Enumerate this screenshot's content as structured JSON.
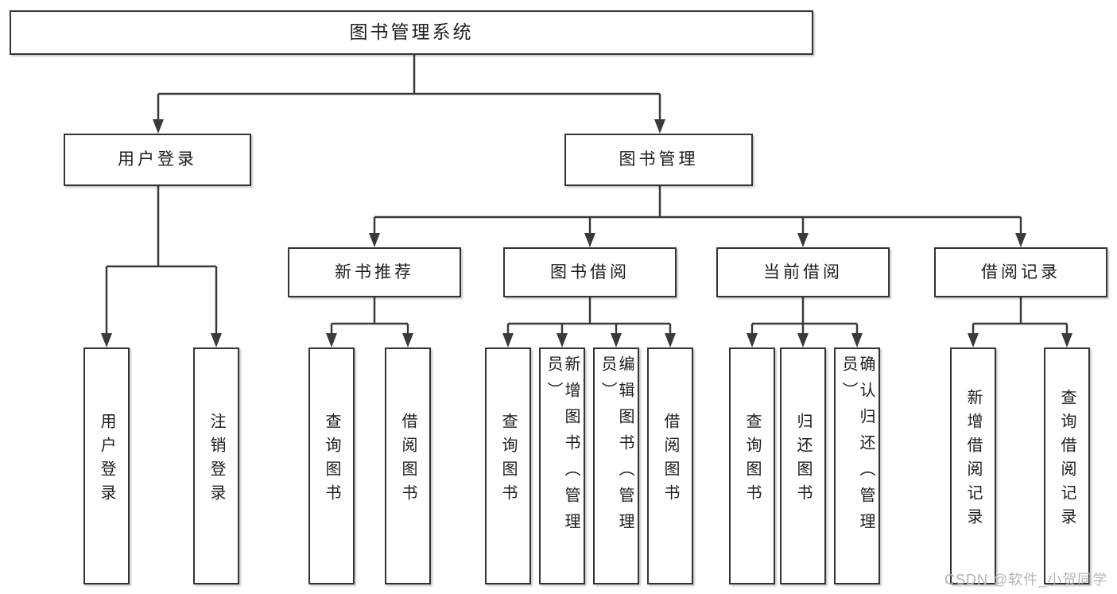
{
  "diagram": {
    "root": {
      "label": "图书管理系统"
    },
    "level2": [
      {
        "label": "用户登录"
      },
      {
        "label": "图书管理"
      }
    ],
    "level3": [
      {
        "label": "新书推荐"
      },
      {
        "label": "图书借阅"
      },
      {
        "label": "当前借阅"
      },
      {
        "label": "借阅记录"
      }
    ],
    "leaves": [
      {
        "label": "用户登录",
        "parent": "用户登录"
      },
      {
        "label": "注销登录",
        "parent": "用户登录"
      },
      {
        "label": "查询图书",
        "parent": "新书推荐"
      },
      {
        "label": "借阅图书",
        "parent": "新书推荐"
      },
      {
        "label": "查询图书",
        "parent": "图书借阅"
      },
      {
        "label": "新增图书（管理员）",
        "parent": "图书借阅"
      },
      {
        "label": "编辑图书（管理员）",
        "parent": "图书借阅"
      },
      {
        "label": "借阅图书",
        "parent": "图书借阅"
      },
      {
        "label": "查询图书",
        "parent": "当前借阅"
      },
      {
        "label": "归还图书",
        "parent": "当前借阅"
      },
      {
        "label": "确认归还（管理员）",
        "parent": "当前借阅"
      },
      {
        "label": "新增借阅记录",
        "parent": "借阅记录"
      },
      {
        "label": "查询借阅记录",
        "parent": "借阅记录"
      }
    ],
    "watermark": "CSDN @软件_小贺同学",
    "colors": {
      "line": "#3a3a3a",
      "box_border": "#333333",
      "box_fill": "#ffffff",
      "text": "#1d1d1d",
      "watermark": "#b5b5b5"
    }
  }
}
